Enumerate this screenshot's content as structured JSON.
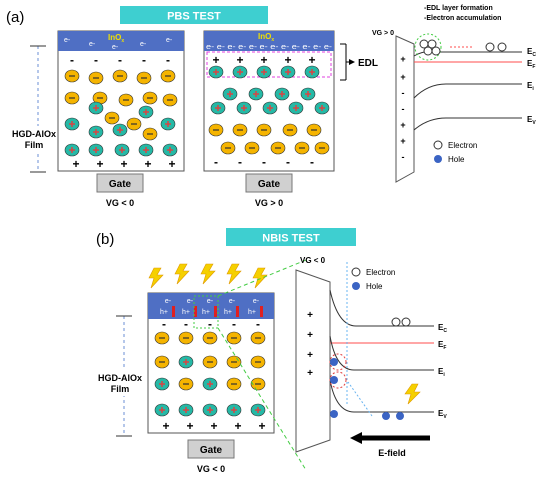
{
  "panel_a": {
    "label": "(a)",
    "banner": "PBS TEST",
    "film_label_line1": "HGD-AlOx",
    "film_label_line2": "Film",
    "left_device": {
      "top_electrons": [
        "e-",
        "e-",
        "e-",
        "e-",
        "e-"
      ],
      "inox": "InO",
      "inox_sub": "x",
      "gate": "Gate",
      "bias": "VG < 0"
    },
    "right_device": {
      "inox": "InO",
      "inox_sub": "x",
      "electron_row": "e- e- e- e- e- e- e- e- e- e- e- e-",
      "gate": "Gate",
      "bias": "VG > 0",
      "edl": "EDL"
    },
    "band": {
      "bias": "VG > 0",
      "note1": "-EDL layer formation",
      "note2": "-Electron accumulation",
      "levels": [
        "E",
        "E",
        "E",
        "E"
      ],
      "level_subs": [
        "C",
        "F",
        "i",
        "V"
      ],
      "legend_electron": "Electron",
      "legend_hole": "Hole"
    }
  },
  "panel_b": {
    "label": "(b)",
    "banner": "NBIS TEST",
    "film_label_line1": "HGD-AlOx",
    "film_label_line2": "Film",
    "device": {
      "top_row1": [
        "e-",
        "e-",
        "e-",
        "e-",
        "e-"
      ],
      "top_row2": [
        "h+",
        "h+",
        "h+",
        "h+",
        "h+"
      ],
      "gate": "Gate",
      "bias": "VG < 0"
    },
    "band": {
      "bias": "VG < 0",
      "levels": [
        "E",
        "E",
        "E",
        "E"
      ],
      "level_subs": [
        "C",
        "F",
        "i",
        "V"
      ],
      "legend_electron": "Electron",
      "legend_hole": "Hole",
      "efield": "E-field"
    }
  },
  "colors": {
    "banner": "#3ecfd0",
    "oxide": "#4f6fc4",
    "ion_fill": "#f5b400",
    "hole_ion_fill": "#25b9a6",
    "edl_box": "#e040e0",
    "efermi": "#ff4d4d",
    "hole": "#3b64c4"
  }
}
